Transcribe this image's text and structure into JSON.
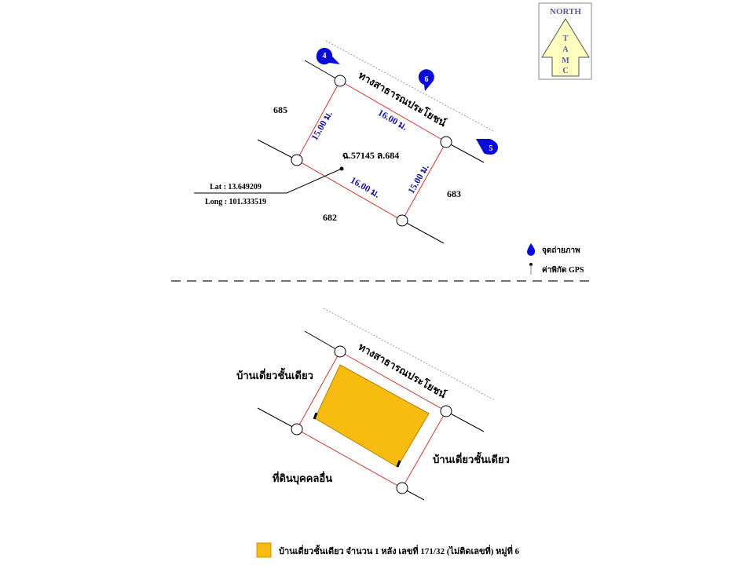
{
  "north_arrow": {
    "title": "NORTH",
    "letters": [
      "T",
      "A",
      "M",
      "C"
    ]
  },
  "top_map": {
    "road_label": "ทางสาธารณประโยชน์",
    "parcel_label": "ฉ.57145 ล.684",
    "neighbors": {
      "left": "685",
      "right": "683",
      "bottom": "682"
    },
    "edges": {
      "top": "16.00 ม.",
      "left": "15.00 ม.",
      "bottom": "16.00 ม.",
      "right": "15.00 ม."
    },
    "photo_points": [
      "4",
      "6",
      "5"
    ],
    "lat": "Lat : 13.649209",
    "long": "Long : 101.333519"
  },
  "legend": {
    "photo": "จุดถ่ายภาพ",
    "gps": "ค่าพิกัด GPS"
  },
  "bottom_map": {
    "road_label": "ทางสาธารณประโยชน์",
    "left_neighbor": "บ้านเดี่ยวชั้นเดียว",
    "right_neighbor": "บ้านเดี่ยวชั้นเดียว",
    "bottom_neighbor": "ที่ดินบุคคลอื่น"
  },
  "building_legend": {
    "text": "บ้านเดี่ยวชั้นเดียว  จำนวน 1 หลัง  เลขที่ 171/32 (ไม่ติดเลขที่) หมู่ที่ 6"
  },
  "colors": {
    "boundary": "#d03030",
    "house": "#f8bc10",
    "pin": "#0a0ad8",
    "north_fill": "#ffffc0",
    "north_text": "#5a5aa0"
  }
}
